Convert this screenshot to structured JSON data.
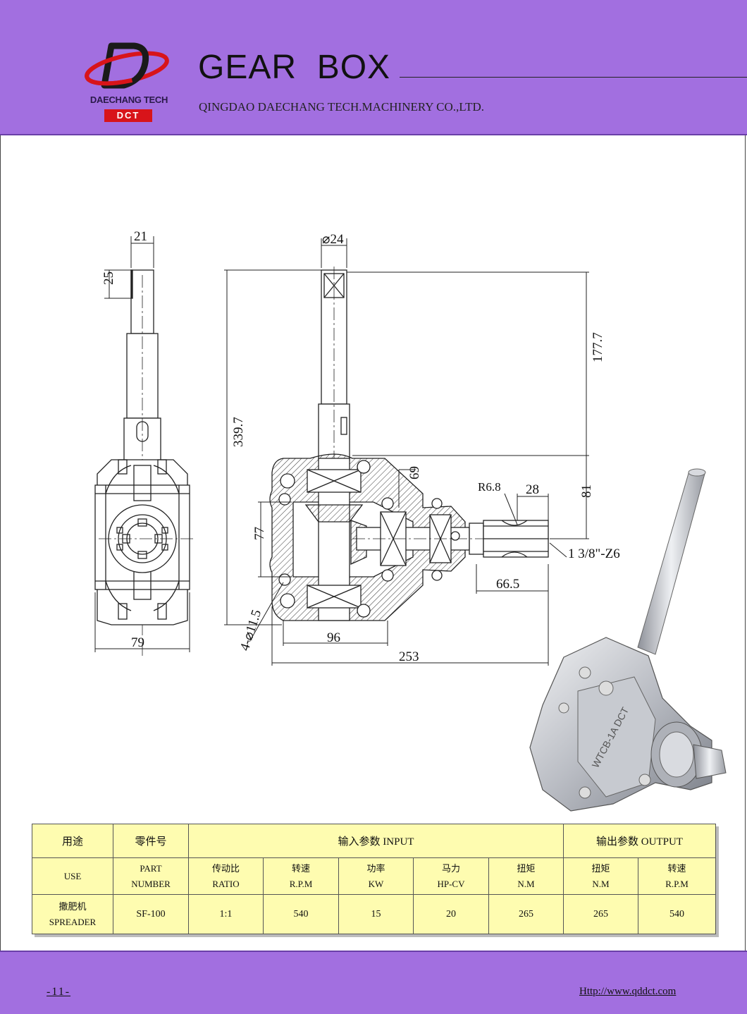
{
  "header": {
    "logo_name": "DAECHANG TECH",
    "logo_badge": "DCT",
    "title": "GEAR  BOX",
    "subtitle": "QINGDAO DAECHANG TECH.MACHINERY CO.,LTD."
  },
  "drawing": {
    "dims": {
      "d21": "21",
      "d25": "25",
      "d79": "79",
      "d24": "⌀24",
      "d339": "339.7",
      "d177": "177.7",
      "d69": "69",
      "d77": "77",
      "r68": "R6.8",
      "d28": "28",
      "d81": "81",
      "spline": "1 3/8\"-Z6",
      "d665": "66.5",
      "holes": "4-⌀11.5",
      "d96": "96",
      "d253": "253"
    },
    "casting_text": "WTCB-1A DCT"
  },
  "table": {
    "use_cn": "用途",
    "use_en": "USE",
    "part_cn": "零件号",
    "part_en1": "PART",
    "part_en2": "NUMBER",
    "input_header": "输入参数 INPUT",
    "output_header": "输出参数 OUTPUT",
    "input_cols": [
      {
        "cn": "传动比",
        "en": "RATIO"
      },
      {
        "cn": "转速",
        "en": "R.P.M"
      },
      {
        "cn": "功率",
        "en": "KW"
      },
      {
        "cn": "马力",
        "en": "HP-CV"
      },
      {
        "cn": "扭矩",
        "en": "N.M"
      }
    ],
    "output_cols": [
      {
        "cn": "扭矩",
        "en": "N.M"
      },
      {
        "cn": "转速",
        "en": "R.P.M"
      }
    ],
    "row": {
      "use_cn": "撒肥机",
      "use_en": "SPREADER",
      "part": "SF-100",
      "ratio": "1:1",
      "in_rpm": "540",
      "kw": "15",
      "hp": "20",
      "in_nm": "265",
      "out_nm": "265",
      "out_rpm": "540"
    }
  },
  "footer": {
    "page_number": "-11-",
    "website": "Http://www.qddct.com"
  }
}
